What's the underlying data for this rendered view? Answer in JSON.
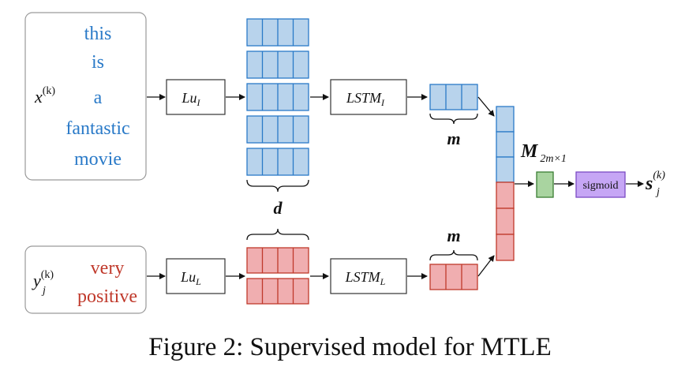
{
  "input_text": {
    "variable": "x",
    "superscript": "(k)",
    "words": [
      "this",
      "is",
      "a",
      "fantastic",
      "movie"
    ],
    "word_color": "#2a7ac8"
  },
  "label_text": {
    "variable": "y",
    "subscript": "j",
    "superscript": "(k)",
    "words": [
      "very",
      "positive"
    ],
    "word_color": "#c0392b"
  },
  "modules": {
    "lu_input": "Lu",
    "lu_input_sub": "I",
    "lu_label": "Lu",
    "lu_label_sub": "L",
    "lstm_input": "LSTM",
    "lstm_input_sub": "I",
    "lstm_label": "LSTM",
    "lstm_label_sub": "L",
    "sigmoid": "sigmoid"
  },
  "dims": {
    "d": "d",
    "m_top": "m",
    "m_bottom": "m",
    "matrix": "M",
    "matrix_sub": "2m×1"
  },
  "output": {
    "variable": "s",
    "subscript": "j",
    "superscript": "(k)"
  },
  "colors": {
    "blue_fill": "#b8d3ec",
    "blue_stroke": "#2a7ac8",
    "red_fill": "#f0aeb0",
    "red_stroke": "#c0392b",
    "green_fill": "#a9d4a0",
    "green_stroke": "#3a7d32",
    "purple_fill": "#c6a6f5",
    "purple_stroke": "#7b4bc4"
  },
  "caption": "Figure 2: Supervised model for MTLE"
}
